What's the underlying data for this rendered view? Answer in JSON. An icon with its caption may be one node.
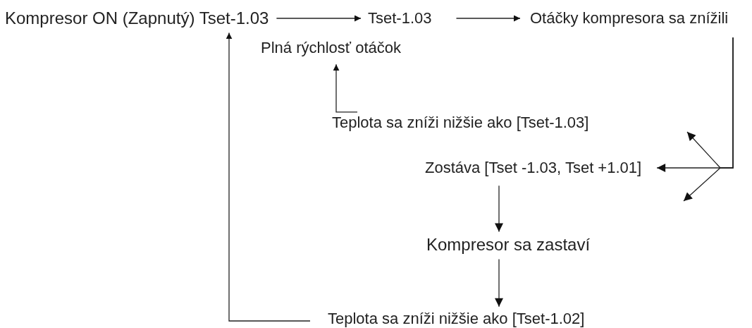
{
  "diagram": {
    "nodes": [
      {
        "text": [
          "Kompresor ON (Zapnutý) Tset-1.03"
        ]
      },
      {
        "text": [
          "Tset-1.03"
        ]
      },
      {
        "text": [
          "Plná rýchlosť otáčok"
        ]
      },
      {
        "text": [
          "Otáčky kompresora sa znížili"
        ]
      },
      {
        "text": [
          "Teplota sa zníži nižšie ako [Tset-1.03]"
        ]
      },
      {
        "text": [
          "Zostáva [Tset -1.03, Tset +1.01]"
        ]
      },
      {
        "text": [
          "Kompresor sa zastaví"
        ]
      },
      {
        "text": [
          "Teplota sa zníži nižšie ako [Tset-1.02]"
        ]
      }
    ],
    "edges": [
      {
        "from": 0,
        "to": 1,
        "arrow": "to"
      },
      {
        "from": 1,
        "to": 3,
        "arrow": "to"
      },
      {
        "from": 4,
        "to": 2,
        "arrow": "to"
      },
      {
        "from": 3,
        "to": 5,
        "arrow": "to"
      },
      {
        "from": 3,
        "to": null,
        "arrow": "to"
      },
      {
        "from": 3,
        "to": null,
        "arrow": "to"
      },
      {
        "from": 5,
        "to": 6,
        "arrow": "to"
      },
      {
        "from": 6,
        "to": 7,
        "arrow": "to"
      },
      {
        "from": 7,
        "to": 0,
        "arrow": "to"
      }
    ]
  }
}
